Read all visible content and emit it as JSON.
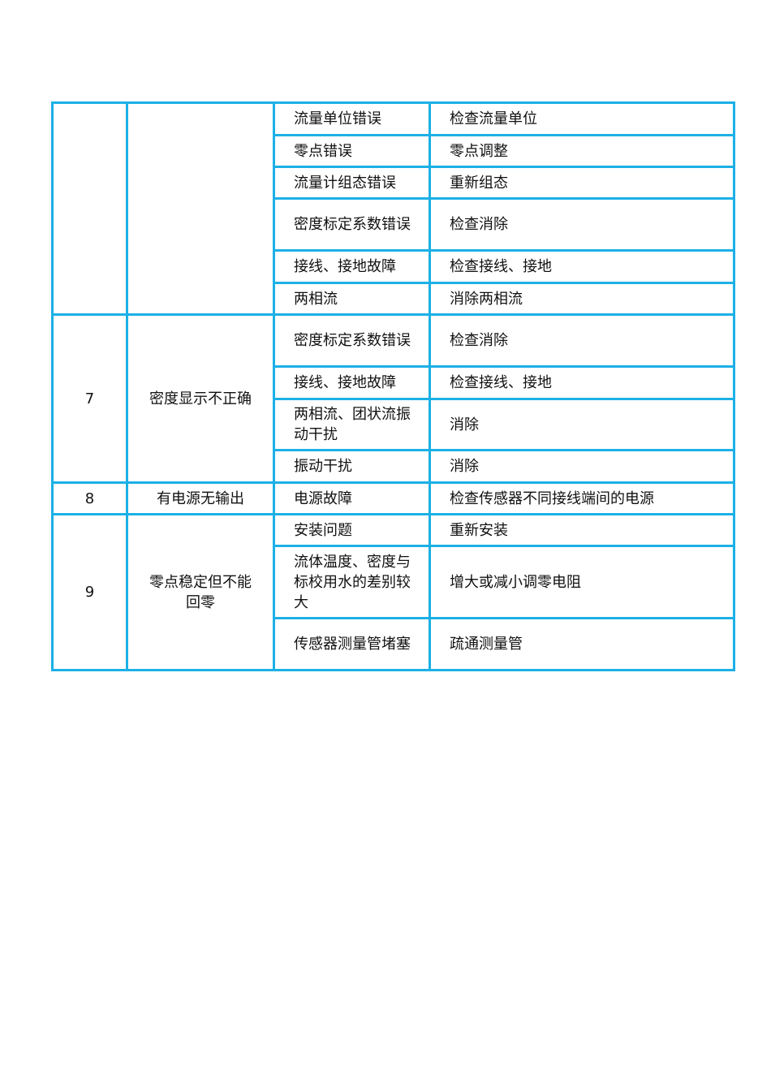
{
  "table": {
    "border_color": "#1cb0e6",
    "groups": [
      {
        "no": "",
        "symptom": "",
        "rows": [
          {
            "cause": "流量单位错误",
            "fix": "检查流量单位",
            "h": 40
          },
          {
            "cause": "零点错误",
            "fix": "零点调整",
            "h": 39
          },
          {
            "cause": "流量计组态错误",
            "fix": "重新组态",
            "h": 39
          },
          {
            "cause": "密度标定系数错误",
            "fix": "检查消除",
            "h": 64
          },
          {
            "cause": "接线、接地故障",
            "fix": "检查接线、接地",
            "h": 40
          },
          {
            "cause": "两相流",
            "fix": "消除两相流",
            "h": 39
          }
        ]
      },
      {
        "no": "7",
        "symptom": "密度显示不正确",
        "rows": [
          {
            "cause": "密度标定系数错误",
            "fix": "检查消除",
            "h": 64
          },
          {
            "cause": "接线、接地故障",
            "fix": "检查接线、接地",
            "h": 40
          },
          {
            "cause": "两相流、团状流振动干扰",
            "fix": "消除",
            "h": 63
          },
          {
            "cause": "振动干扰",
            "fix": "消除",
            "h": 40
          }
        ]
      },
      {
        "no": "8",
        "symptom": "有电源无输出",
        "rows": [
          {
            "cause": "电源故障",
            "fix": "检查传感器不同接线端间的电源",
            "h": 39
          }
        ]
      },
      {
        "no": "9",
        "symptom": "零点稳定但不能回零",
        "rows": [
          {
            "cause": "安装问题",
            "fix": "重新安装",
            "h": 39
          },
          {
            "cause": "流体温度、密度与标校用水的差别较大",
            "fix": "增大或减小调零电阻",
            "h": 89
          },
          {
            "cause": "传感器测量管堵塞",
            "fix": "疏通测量管",
            "h": 64
          }
        ]
      }
    ]
  }
}
